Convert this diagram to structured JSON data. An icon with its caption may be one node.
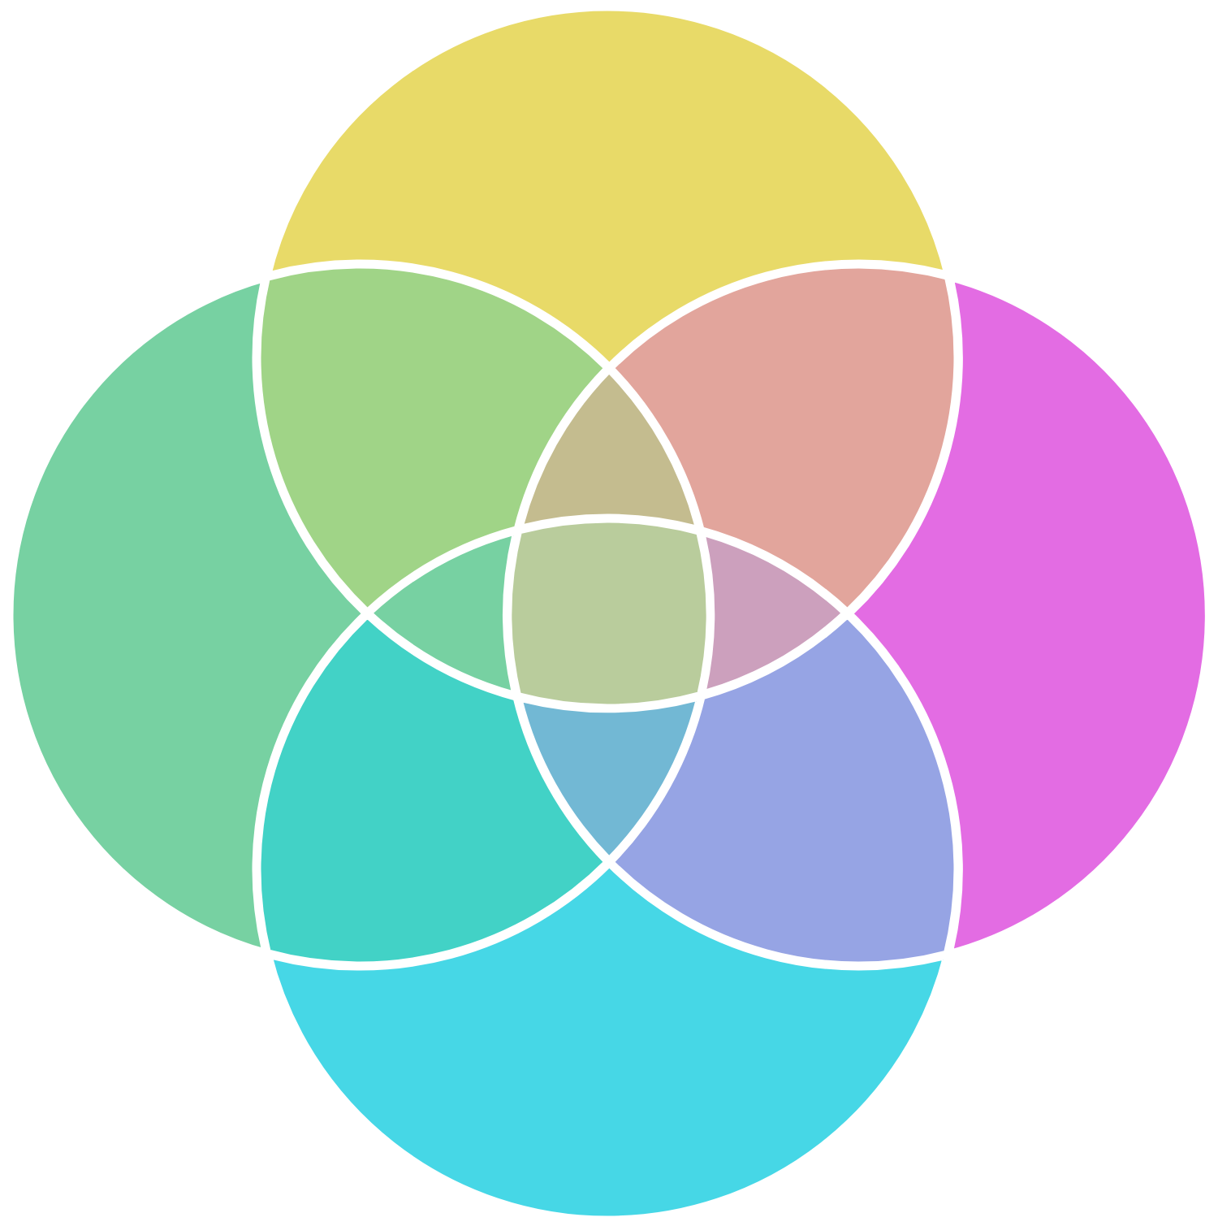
{
  "diagram": {
    "nodes": [
      {
        "text": [],
        "shape": "region"
      },
      {
        "text": [],
        "shape": "region"
      },
      {
        "text": [],
        "shape": "region"
      },
      {
        "text": [],
        "shape": "region"
      },
      {
        "text": [],
        "shape": "region"
      },
      {
        "text": [],
        "shape": "region"
      },
      {
        "text": [],
        "shape": "region"
      },
      {
        "text": [],
        "shape": "region"
      },
      {
        "text": [],
        "shape": "region"
      },
      {
        "text": [],
        "shape": "region"
      },
      {
        "text": [],
        "shape": "region"
      },
      {
        "text": [],
        "shape": "region"
      },
      {
        "text": [],
        "shape": "region"
      }
    ]
  }
}
